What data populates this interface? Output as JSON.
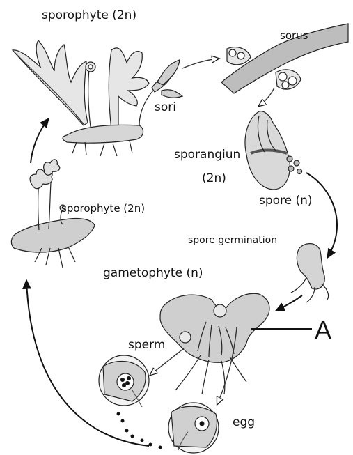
{
  "labels": {
    "sporophyte_top": "sporophyte (2n)",
    "sorus": "sorus",
    "sori": "sori",
    "sporangium": "sporangiun",
    "sporangium_ploidy": "(2n)",
    "spore": "spore (n)",
    "sporophyte_young": "sporophyte (2n)",
    "spore_germination": "spore germination",
    "gametophyte": "gametophyte (n)",
    "sperm": "sperm",
    "egg": "egg",
    "pointer_A": "A"
  },
  "colors": {
    "ink": "#111111",
    "fill_light": "#e3e3e3",
    "fill_mid": "#c8c8c8",
    "fill_dark": "#9a9a9a"
  }
}
